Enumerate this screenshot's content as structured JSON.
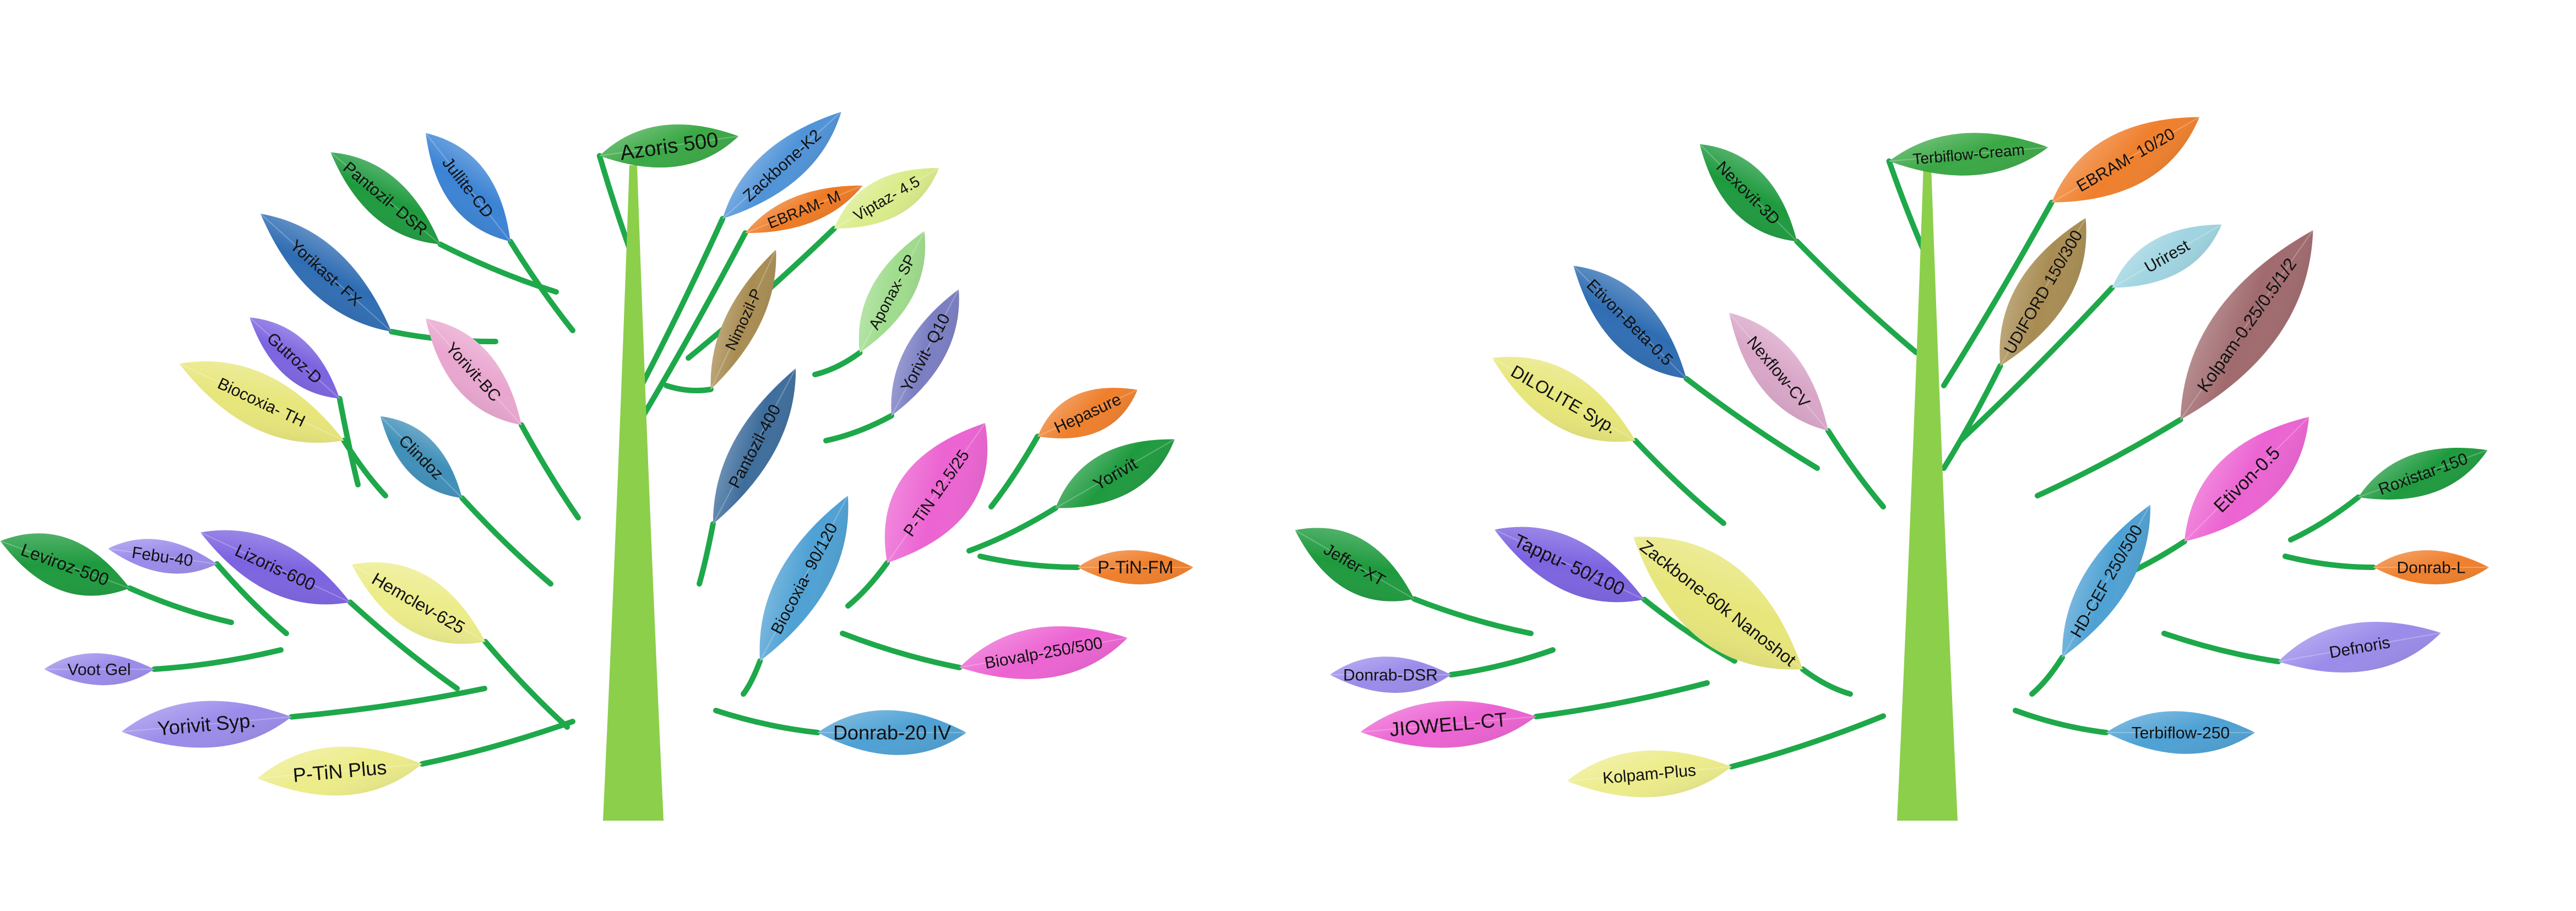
{
  "trees": [
    {
      "id": "left",
      "leaves": [
        {
          "label": "Azoris 500",
          "color": "#3aa845"
        },
        {
          "label": "Zackbone-K2",
          "color": "#4f93d8"
        },
        {
          "label": "Jullite-CD",
          "color": "#3b83d4"
        },
        {
          "label": "Pantozil- DSR",
          "color": "#1e9a3e"
        },
        {
          "label": "EBRAM- M",
          "color": "#ee7a24"
        },
        {
          "label": "Viptaz- 4.5",
          "color": "#d9ec8a"
        },
        {
          "label": "Yorikast- FX",
          "color": "#2f6db3"
        },
        {
          "label": "Nimozil-P",
          "color": "#a88c52"
        },
        {
          "label": "Aponax- SP",
          "color": "#9fdc8c"
        },
        {
          "label": "Gutroz-D",
          "color": "#7c63e0"
        },
        {
          "label": "Yorivit-BC",
          "color": "#e9a6cf"
        },
        {
          "label": "Yorivit- Q10",
          "color": "#7a7ec2"
        },
        {
          "label": "Biocoxia- TH",
          "color": "#e7e67a"
        },
        {
          "label": "Clindoz",
          "color": "#3f8fb8"
        },
        {
          "label": "Pantozil-400",
          "color": "#3e6d9c"
        },
        {
          "label": "Hepasure",
          "color": "#ef7f2c"
        },
        {
          "label": "Yorivit",
          "color": "#1e9a3e"
        },
        {
          "label": "P-TiN 12.5/25",
          "color": "#ec63d2"
        },
        {
          "label": "Leviroz-500",
          "color": "#1e9a3e"
        },
        {
          "label": "Febu-40",
          "color": "#9b8bea"
        },
        {
          "label": "Lizoris-600",
          "color": "#7c63e0"
        },
        {
          "label": "Hemclev-625",
          "color": "#ecec8a"
        },
        {
          "label": "Biocoxia- 90/120",
          "color": "#4ea1d4"
        },
        {
          "label": "P-TiN-FM",
          "color": "#ef7f2c"
        },
        {
          "label": "Voot Gel",
          "color": "#9b8bea"
        },
        {
          "label": "Biovalp-250/500",
          "color": "#ec63d2"
        },
        {
          "label": "Yorivit Syp.",
          "color": "#9b8bea"
        },
        {
          "label": "P-TiN Plus",
          "color": "#ecec8a"
        },
        {
          "label": "Donrab-20 IV",
          "color": "#4ea1d4"
        }
      ]
    },
    {
      "id": "right",
      "leaves": [
        {
          "label": "Terbiflow-Cream",
          "color": "#3aa845"
        },
        {
          "label": "EBRAM- 10/20",
          "color": "#ef7f2c"
        },
        {
          "label": "Nexovit-3D",
          "color": "#1e9a3e"
        },
        {
          "label": "UDIFORD 150/300",
          "color": "#a88c52"
        },
        {
          "label": "Urirest",
          "color": "#9fd4e0"
        },
        {
          "label": "Kolpam-0.25/0.5/1/2",
          "color": "#a06a6e"
        },
        {
          "label": "Etivon-Beta-0.5",
          "color": "#2f6db3"
        },
        {
          "label": "Nexflow-CV",
          "color": "#d9a6c8"
        },
        {
          "label": "DILOLITE Syp.",
          "color": "#e7e67a"
        },
        {
          "label": "Roxistar-150",
          "color": "#1e9a3e"
        },
        {
          "label": "Etivon-0.5",
          "color": "#ec63d2"
        },
        {
          "label": "Jeffer-XT",
          "color": "#1e9a3e"
        },
        {
          "label": "Tappu- 50/100",
          "color": "#7c63e0"
        },
        {
          "label": "Zackbone-60k Nanoshot",
          "color": "#e7e67a"
        },
        {
          "label": "HD-CEF 250/500",
          "color": "#4ea1d4"
        },
        {
          "label": "Donrab-L",
          "color": "#ef7f2c"
        },
        {
          "label": "Donrab-DSR",
          "color": "#9b8bea"
        },
        {
          "label": "JIOWELL-CT",
          "color": "#ec63d2"
        },
        {
          "label": "Defnoris",
          "color": "#9b8bea"
        },
        {
          "label": "Kolpam-Plus",
          "color": "#ecec8a"
        },
        {
          "label": "Terbiflow-250",
          "color": "#4ea1d4"
        }
      ]
    }
  ],
  "colors": {
    "trunk": "#8ccf4b",
    "branch": "#1ea84a"
  }
}
